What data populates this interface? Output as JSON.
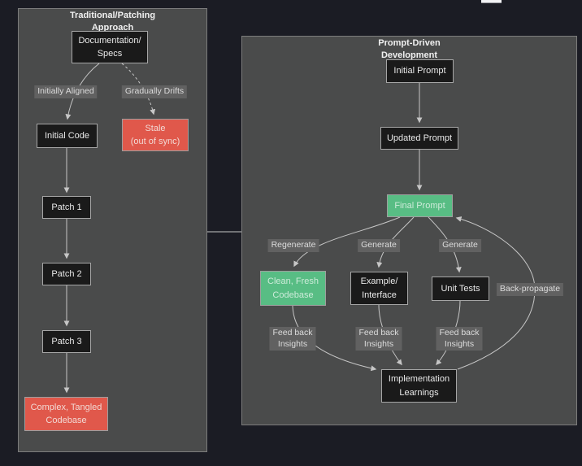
{
  "colors": {
    "page_background": "#1b1c24",
    "panel_fill": "#4a4b4b",
    "node_dark_fill": "#1a1a1a",
    "node_red_fill": "#e0584b",
    "node_green_fill": "#58bd84",
    "edge_line": "#c6c6c6",
    "edge_label_bg": "#616161"
  },
  "left_panel": {
    "title_lines": [
      "Traditional/Patching",
      "Approach"
    ],
    "nodes": {
      "doc_specs": {
        "lines": [
          "Documentation/",
          "Specs"
        ]
      },
      "initial_code": {
        "lines": [
          "Initial Code"
        ]
      },
      "stale": {
        "lines": [
          "Stale",
          "(out of sync)"
        ]
      },
      "patch1": {
        "lines": [
          "Patch 1"
        ]
      },
      "patch2": {
        "lines": [
          "Patch 2"
        ]
      },
      "patch3": {
        "lines": [
          "Patch 3"
        ]
      },
      "complex": {
        "lines": [
          "Complex, Tangled",
          "Codebase"
        ]
      }
    },
    "edge_labels": {
      "initially_aligned": {
        "lines": [
          "Initially Aligned"
        ]
      },
      "gradually_drifts": {
        "lines": [
          "Gradually Drifts"
        ]
      }
    }
  },
  "right_panel": {
    "title_lines": [
      "Prompt-Driven",
      "Development"
    ],
    "nodes": {
      "initial_prompt": {
        "lines": [
          "Initial Prompt"
        ]
      },
      "updated_prompt": {
        "lines": [
          "Updated Prompt"
        ]
      },
      "final_prompt": {
        "lines": [
          "Final Prompt"
        ]
      },
      "clean_fresh": {
        "lines": [
          "Clean, Fresh",
          "Codebase"
        ]
      },
      "example_interface": {
        "lines": [
          "Example/",
          "Interface"
        ]
      },
      "unit_tests": {
        "lines": [
          "Unit Tests"
        ]
      },
      "implementation_learnings": {
        "lines": [
          "Implementation",
          "Learnings"
        ]
      }
    },
    "edge_labels": {
      "regenerate": {
        "lines": [
          "Regenerate"
        ]
      },
      "generate_left": {
        "lines": [
          "Generate"
        ]
      },
      "generate_right": {
        "lines": [
          "Generate"
        ]
      },
      "back_propagate": {
        "lines": [
          "Back-propagate"
        ]
      },
      "feedback_1": {
        "lines": [
          "Feed back",
          "Insights"
        ]
      },
      "feedback_2": {
        "lines": [
          "Feed back",
          "Insights"
        ]
      },
      "feedback_3": {
        "lines": [
          "Feed back",
          "Insights"
        ]
      }
    }
  }
}
